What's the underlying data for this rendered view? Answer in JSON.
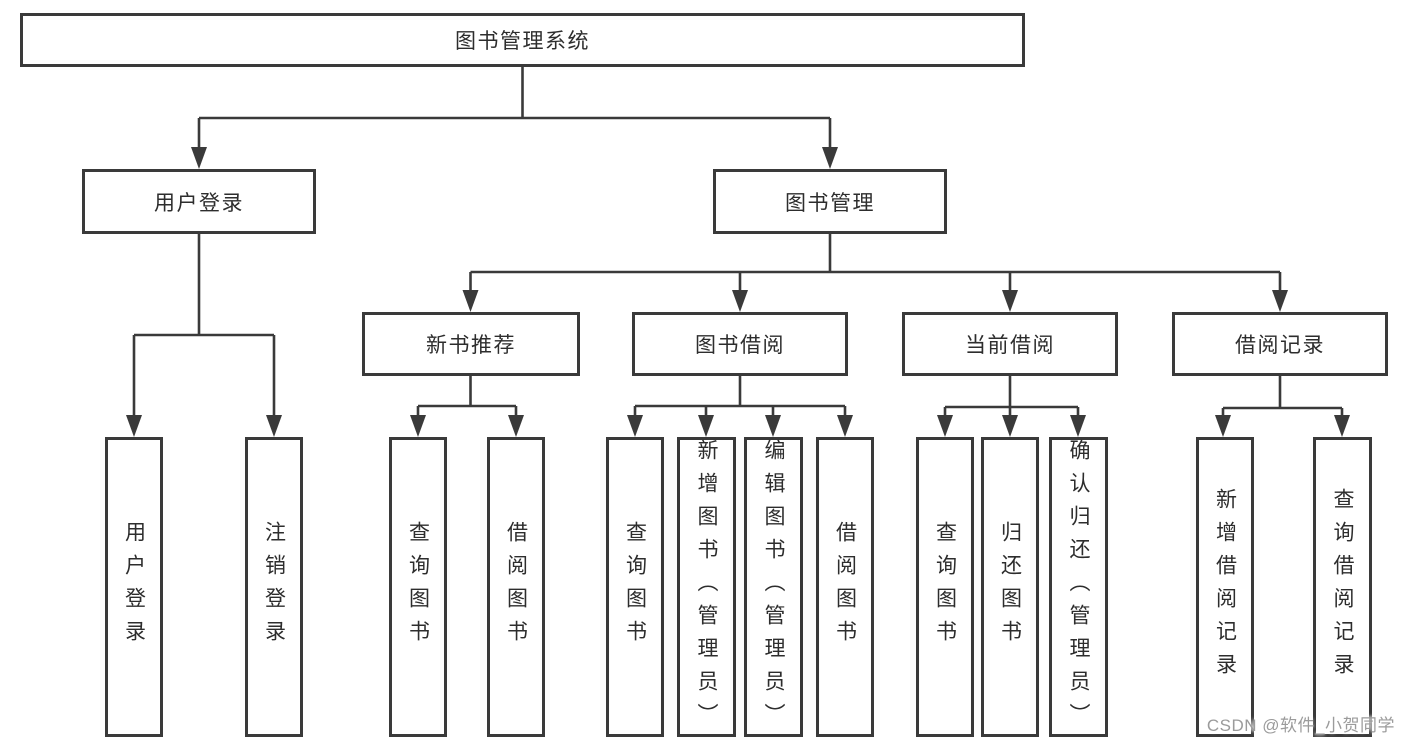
{
  "tree": {
    "root": {
      "label": "图书管理系统"
    },
    "branches": [
      {
        "label": "用户登录",
        "children": [
          {
            "label": "用户登录"
          },
          {
            "label": "注销登录"
          }
        ]
      },
      {
        "label": "图书管理",
        "groups": [
          {
            "label": "新书推荐",
            "children": [
              {
                "label": "查询图书"
              },
              {
                "label": "借阅图书"
              }
            ]
          },
          {
            "label": "图书借阅",
            "children": [
              {
                "label": "查询图书"
              },
              {
                "label": "新增图书（管理员）"
              },
              {
                "label": "编辑图书（管理员）"
              },
              {
                "label": "借阅图书"
              }
            ]
          },
          {
            "label": "当前借阅",
            "children": [
              {
                "label": "查询图书"
              },
              {
                "label": "归还图书"
              },
              {
                "label": "确认归还（管理员）"
              }
            ]
          },
          {
            "label": "借阅记录",
            "children": [
              {
                "label": "新增借阅记录"
              },
              {
                "label": "查询借阅记录"
              }
            ]
          }
        ]
      }
    ]
  },
  "watermark": {
    "text": "CSDN @软件_小贺同学"
  }
}
